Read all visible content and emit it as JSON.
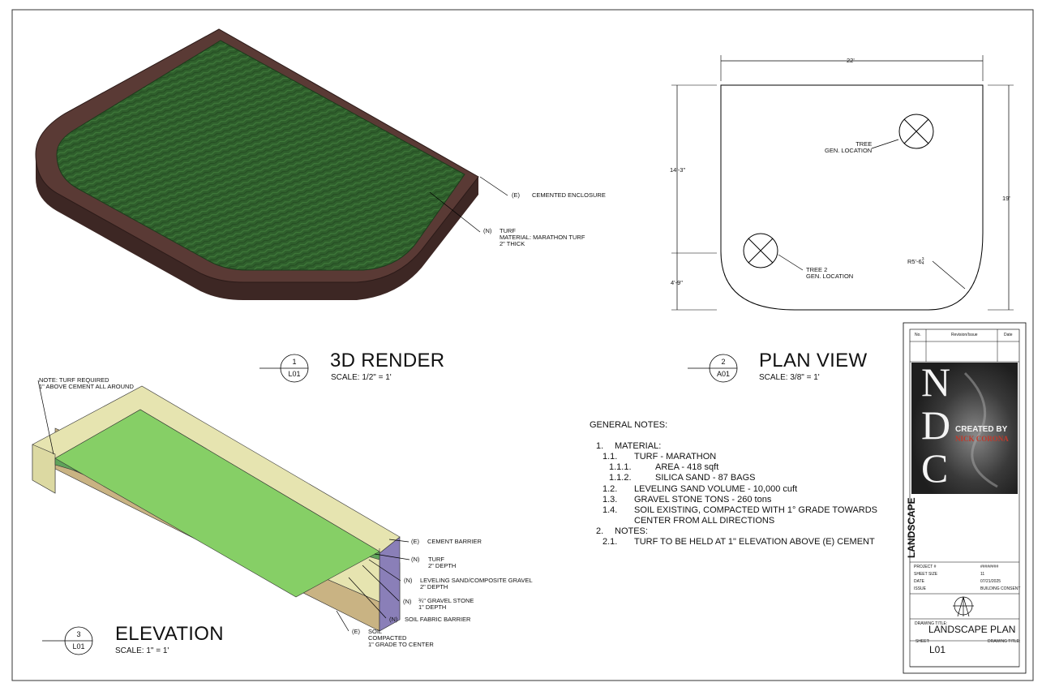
{
  "render3d": {
    "title": "3D RENDER",
    "scale": "SCALE: 1/2\" = 1'",
    "marker_num": "1",
    "marker_sheet": "L01",
    "callouts": [
      {
        "tag": "(E)",
        "text": "CEMENTED ENCLOSURE"
      },
      {
        "tag": "(N)",
        "text": "TURF\nMATERIAL: MARATHON TURF\n2\" THICK"
      }
    ]
  },
  "plan": {
    "title": "PLAN VIEW",
    "scale": "SCALE: 3/8\" = 1'",
    "marker_num": "2",
    "marker_sheet": "A01",
    "dim_top": "22'",
    "dim_left_upper": "14'-3\"",
    "dim_left_lower": "4'-9\"",
    "dim_right": "19'",
    "radius": "R5'-6",
    "radius_frac_num": "3",
    "radius_frac_den": "4",
    "tree1": "TREE\nGEN. LOCATION",
    "tree2": "TREE 2\nGEN. LOCATION"
  },
  "elevation": {
    "title": "ELEVATION",
    "scale": "SCALE: 1\" = 1'",
    "marker_num": "3",
    "marker_sheet": "L01",
    "note": "NOTE: TURF REQUIRED\n1\" ABOVE CEMENT ALL AROUND",
    "callouts": [
      {
        "tag": "(E)",
        "text": "CEMENT BARRIER"
      },
      {
        "tag": "(N)",
        "text": "TURF\n2\" DEPTH"
      },
      {
        "tag": "(N)",
        "text": "LEVELING SAND/COMPOSITE GRAVEL\n2\" DEPTH"
      },
      {
        "tag": "(N)",
        "text": "¾\" GRAVEL STONE\n1\" DEPTH"
      },
      {
        "tag": "(N)",
        "text": "SOIL FABRIC BARRIER"
      },
      {
        "tag": "(E)",
        "text": "SOIL\nCOMPACTED\n1\" GRADE TO CENTER"
      }
    ]
  },
  "general_notes": {
    "heading": "GENERAL NOTES:",
    "lines": [
      {
        "num": "1.",
        "text": "MATERIAL:"
      },
      {
        "num": "1.1.",
        "text": "TURF - MARATHON"
      },
      {
        "num": "1.1.1.",
        "text": "AREA - 418 sqft"
      },
      {
        "num": "1.1.2.",
        "text": "SILICA SAND - 87 BAGS"
      },
      {
        "num": "1.2.",
        "text": "LEVELING SAND VOLUME - 10,000 cuft"
      },
      {
        "num": "1.3.",
        "text": "GRAVEL STONE TONS - 260 tons"
      },
      {
        "num": "1.4.",
        "text": "SOIL EXISTING, COMPACTED WITH 1° GRADE TOWARDS"
      },
      {
        "num": "",
        "text": "CENTER FROM ALL DIRECTIONS"
      },
      {
        "num": "2.",
        "text": "NOTES:"
      },
      {
        "num": "2.1.",
        "text": "TURF TO BE HELD AT 1\" ELEVATION ABOVE (E) CEMENT"
      }
    ]
  },
  "title_block": {
    "col_no": "No.",
    "col_rev": "Revision/Issue",
    "col_date": "Date",
    "logo_letters": [
      "N",
      "D",
      "C"
    ],
    "created_by": "CREATED BY",
    "author": "NICK CORONA",
    "vertical_title": "LANDSCAPE",
    "small_labels": [
      "PROJECT #",
      "SHEET SIZE",
      "DATE",
      "ISSUE"
    ],
    "small_values": [
      "########",
      "11",
      "07/21/2025",
      "BUILDING CONSENT"
    ],
    "drawing_title_label": "DRAWING TITLE:",
    "drawing_title": "LANDSCAPE PLAN",
    "sheet_label": "SHEET:",
    "drawing_title_label2": "DRAWING TITLE:",
    "sheet": "L01"
  },
  "colors": {
    "turf_dark": "#2f5f2c",
    "enclosure": "#5a3a35",
    "turf_light": "#86cf66",
    "cement": "#e6e4b0",
    "soil": "#c9b383",
    "barrier": "#8a7fb8",
    "author_red": "#c0392b"
  }
}
